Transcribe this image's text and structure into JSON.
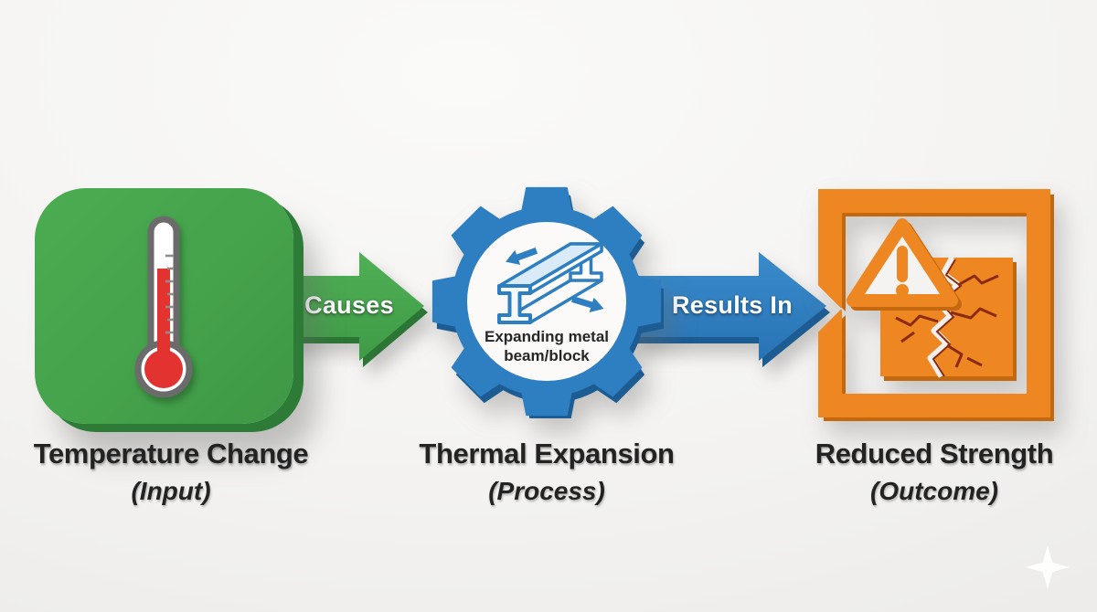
{
  "diagram": {
    "nodes": {
      "input": {
        "title": "Temperature Change",
        "subtitle": "(Input)",
        "icon": "thermometer-icon",
        "color": "#45a34b"
      },
      "process": {
        "title": "Thermal Expansion",
        "subtitle": "(Process)",
        "icon": "gear-icon",
        "color": "#2e7fc2",
        "caption_line1": "Expanding metal",
        "caption_line2": "beam/block"
      },
      "outcome": {
        "title": "Reduced Strength",
        "subtitle": "(Outcome)",
        "icons": [
          "warning-triangle-icon",
          "cracked-block-icon"
        ],
        "color": "#ee8722"
      }
    },
    "connectors": {
      "causes": {
        "label": "Causes",
        "color": "#45a34b"
      },
      "results_in": {
        "label": "Results In",
        "color": "#2e7fc2"
      }
    },
    "colors": {
      "green_dark": "#2e7b37",
      "blue_dark": "#1c5c92",
      "orange_dark": "#c4680f",
      "crack": "#8a2a10",
      "mercury_red": "#e23330",
      "text": "#232323",
      "background": "#f4f3f1"
    }
  }
}
